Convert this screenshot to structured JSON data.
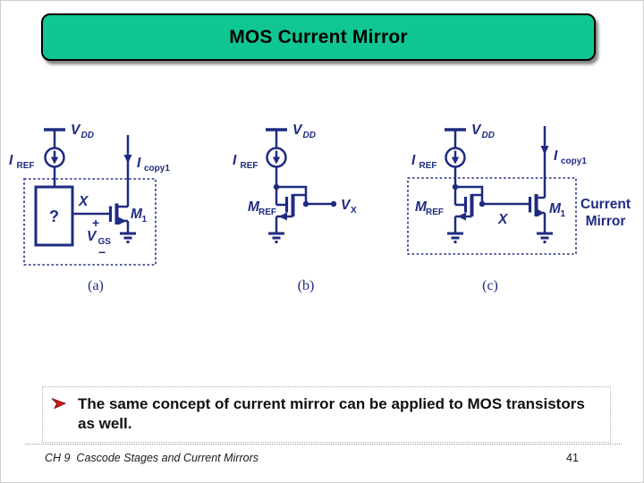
{
  "title_bar": {
    "label": "MOS Current Mirror",
    "bg_color": "#10c794",
    "border_color": "#000000"
  },
  "diagram": {
    "ink_color": "#1f2b80",
    "labels": {
      "vdd_main": "V",
      "vdd_sub": "DD",
      "iref_main": "I",
      "iref_sub": "REF",
      "icopy_main": "I",
      "icopy_sub": "copy1",
      "mref_main": "M",
      "mref_sub": "REF",
      "m1_main": "M",
      "m1_sub": "1",
      "vx_main": "V",
      "vx_sub": "X",
      "vgs_main": "V",
      "vgs_sub": "GS",
      "plus": "+",
      "minus": "−",
      "node_x": "X",
      "unknown_block": "?",
      "mirror_line1": "Current",
      "mirror_line2": "Mirror"
    },
    "captions": {
      "a": "(a)",
      "b": "(b)",
      "c": "(c)"
    }
  },
  "bullet": {
    "icon": "red-arrow-icon",
    "icon_color": "#cc1a1a",
    "text": "The same concept of current mirror can be applied to MOS transistors as well."
  },
  "footer": {
    "chapter": "CH 9  Cascode Stages and Current Mirrors",
    "page_number": "41"
  }
}
